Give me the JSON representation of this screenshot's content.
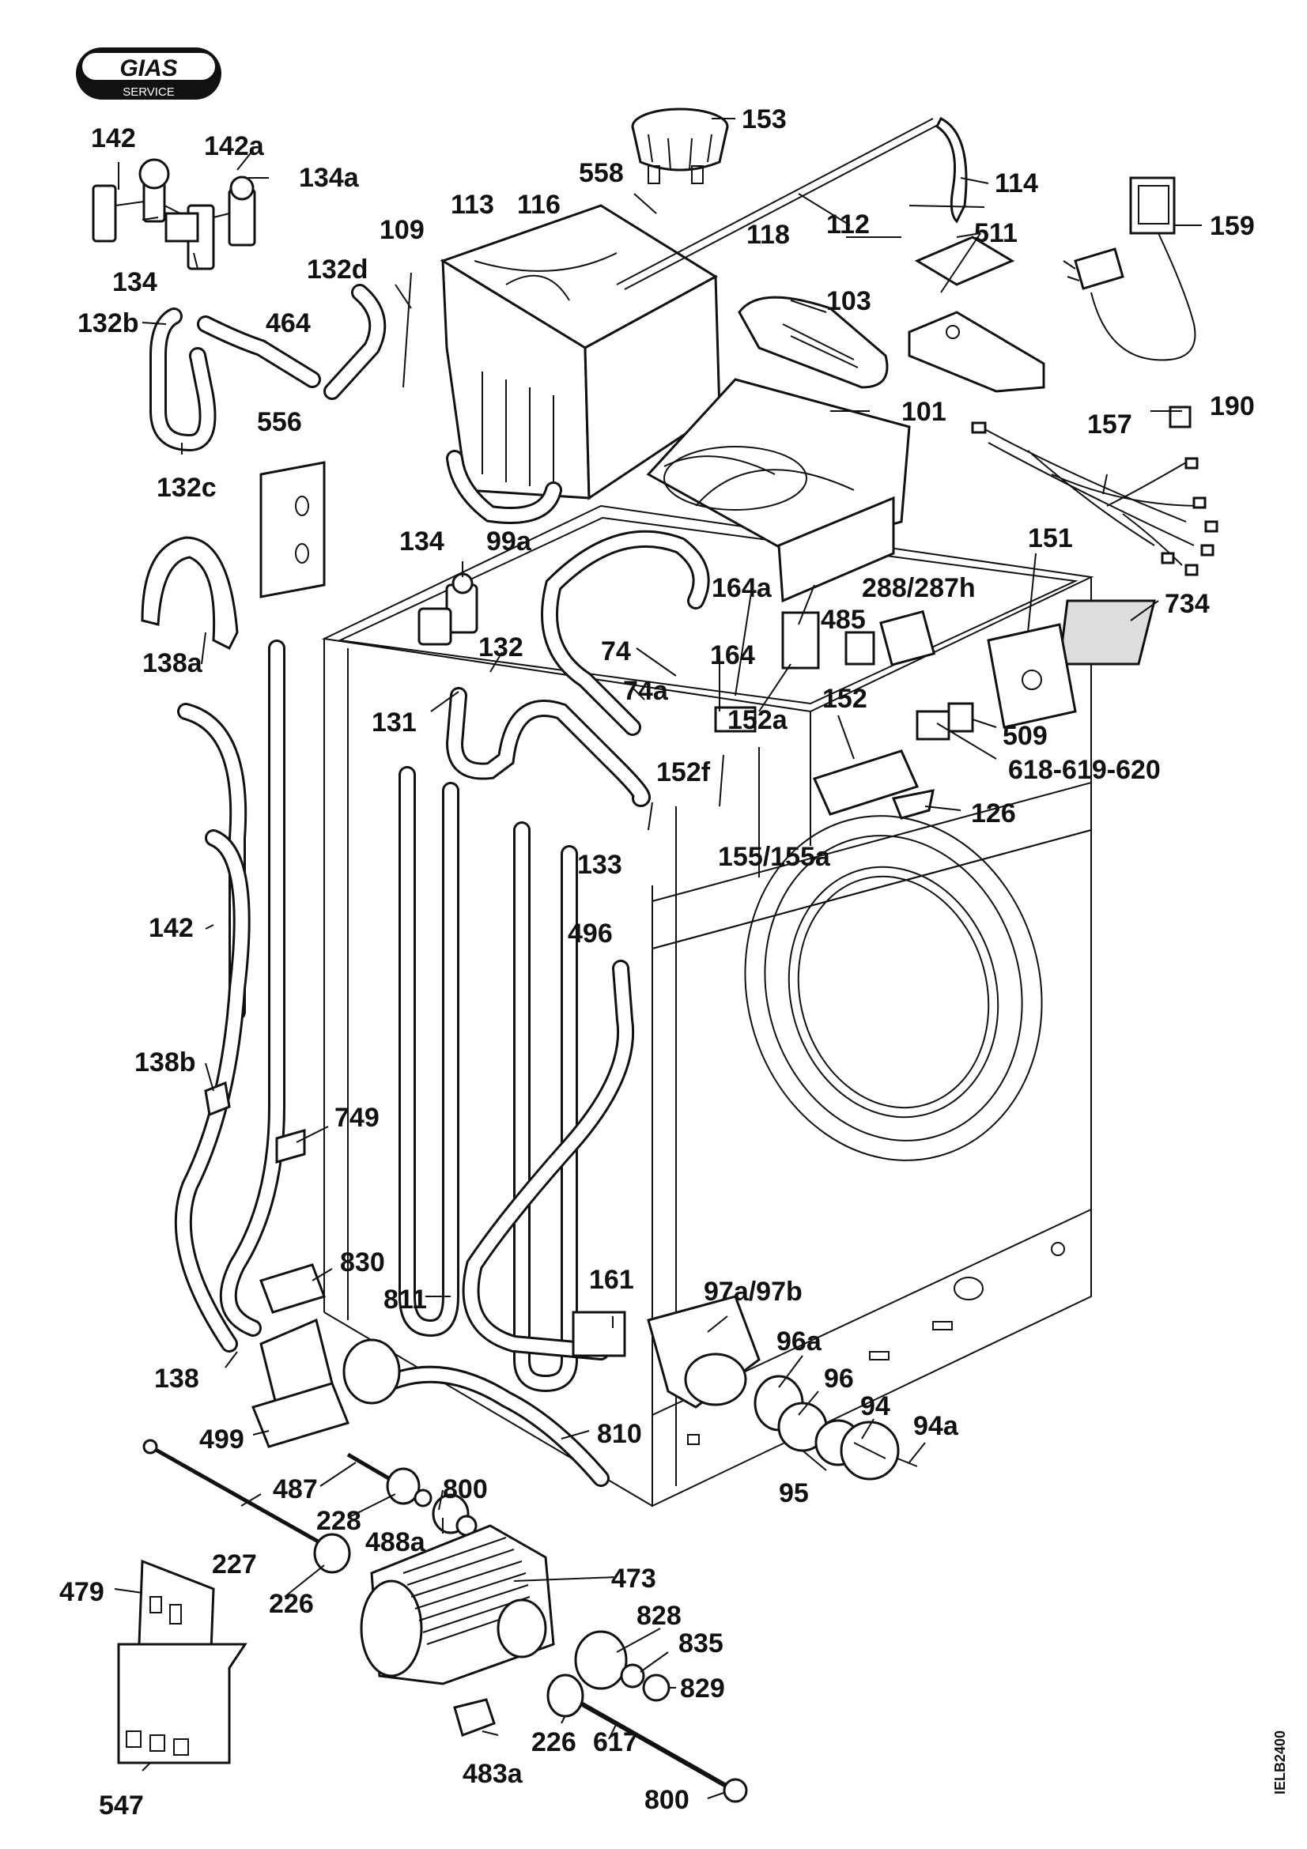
{
  "logo": {
    "brand": "GIAS",
    "sub": "SERVICE"
  },
  "drawing_code": "IELB2400",
  "labels": [
    {
      "id": "l153",
      "text": "153"
    },
    {
      "id": "l558",
      "text": "558"
    },
    {
      "id": "l114",
      "text": "114"
    },
    {
      "id": "l142t",
      "text": "142"
    },
    {
      "id": "l142a",
      "text": "142a"
    },
    {
      "id": "l134a",
      "text": "134a"
    },
    {
      "id": "l113",
      "text": "113"
    },
    {
      "id": "l116",
      "text": "116"
    },
    {
      "id": "l112",
      "text": "112"
    },
    {
      "id": "l159",
      "text": "159"
    },
    {
      "id": "l109",
      "text": "109"
    },
    {
      "id": "l118",
      "text": "118"
    },
    {
      "id": "l511",
      "text": "511"
    },
    {
      "id": "l134t",
      "text": "134"
    },
    {
      "id": "l132d",
      "text": "132d"
    },
    {
      "id": "l103",
      "text": "103"
    },
    {
      "id": "l132b",
      "text": "132b"
    },
    {
      "id": "l464",
      "text": "464"
    },
    {
      "id": "l190",
      "text": "190"
    },
    {
      "id": "l101",
      "text": "101"
    },
    {
      "id": "l556",
      "text": "556"
    },
    {
      "id": "l157",
      "text": "157"
    },
    {
      "id": "l132c",
      "text": "132c"
    },
    {
      "id": "l134m",
      "text": "134"
    },
    {
      "id": "l99a",
      "text": "99a"
    },
    {
      "id": "l151",
      "text": "151"
    },
    {
      "id": "l164a",
      "text": "164a"
    },
    {
      "id": "l288",
      "text": "288/287h"
    },
    {
      "id": "l734",
      "text": "734"
    },
    {
      "id": "l485",
      "text": "485"
    },
    {
      "id": "l138a",
      "text": "138a"
    },
    {
      "id": "l132",
      "text": "132"
    },
    {
      "id": "l74",
      "text": "74"
    },
    {
      "id": "l164",
      "text": "164"
    },
    {
      "id": "l152",
      "text": "152"
    },
    {
      "id": "l74a",
      "text": "74a"
    },
    {
      "id": "l152a",
      "text": "152a"
    },
    {
      "id": "l509",
      "text": "509"
    },
    {
      "id": "l131",
      "text": "131"
    },
    {
      "id": "l152f",
      "text": "152f"
    },
    {
      "id": "l618",
      "text": "618-619-620"
    },
    {
      "id": "l126",
      "text": "126"
    },
    {
      "id": "l155",
      "text": "155/155a"
    },
    {
      "id": "l133",
      "text": "133"
    },
    {
      "id": "l142m",
      "text": "142"
    },
    {
      "id": "l496",
      "text": "496"
    },
    {
      "id": "l138b",
      "text": "138b"
    },
    {
      "id": "l749",
      "text": "749"
    },
    {
      "id": "l830",
      "text": "830"
    },
    {
      "id": "l161",
      "text": "161"
    },
    {
      "id": "l97",
      "text": "97a/97b"
    },
    {
      "id": "l811",
      "text": "811"
    },
    {
      "id": "l96a",
      "text": "96a"
    },
    {
      "id": "l138",
      "text": "138"
    },
    {
      "id": "l96",
      "text": "96"
    },
    {
      "id": "l94",
      "text": "94"
    },
    {
      "id": "l94a",
      "text": "94a"
    },
    {
      "id": "l499",
      "text": "499"
    },
    {
      "id": "l810",
      "text": "810"
    },
    {
      "id": "l95",
      "text": "95"
    },
    {
      "id": "l487",
      "text": "487"
    },
    {
      "id": "l800t",
      "text": "800"
    },
    {
      "id": "l228",
      "text": "228"
    },
    {
      "id": "l488a",
      "text": "488a"
    },
    {
      "id": "l227",
      "text": "227"
    },
    {
      "id": "l473",
      "text": "473"
    },
    {
      "id": "l479",
      "text": "479"
    },
    {
      "id": "l226t",
      "text": "226"
    },
    {
      "id": "l828",
      "text": "828"
    },
    {
      "id": "l835",
      "text": "835"
    },
    {
      "id": "l829",
      "text": "829"
    },
    {
      "id": "l226b",
      "text": "226"
    },
    {
      "id": "l617",
      "text": "617"
    },
    {
      "id": "l483a",
      "text": "483a"
    },
    {
      "id": "l800b",
      "text": "800"
    },
    {
      "id": "l547",
      "text": "547"
    }
  ]
}
